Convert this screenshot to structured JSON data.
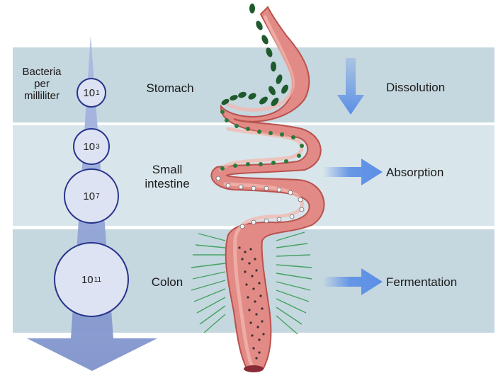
{
  "axis_label": "Bacteria per milliliter",
  "concentrations": [
    {
      "base": "10",
      "exp": "1"
    },
    {
      "base": "10",
      "exp": "3"
    },
    {
      "base": "10",
      "exp": "7"
    },
    {
      "base": "10",
      "exp": "11"
    }
  ],
  "regions": [
    "Stomach",
    "Small intestine",
    "Colon"
  ],
  "processes": [
    "Dissolution",
    "Absorption",
    "Fermentation"
  ],
  "colors": {
    "band_dark": "#c5d7df",
    "band_light": "#d8e5eb",
    "gut_fill": "#e28a86",
    "gut_lining": "#f3b7ae",
    "arrow_blue": "#5b8fe6",
    "bacteria_green": "#1e5a2c",
    "circle_stroke": "#27338c",
    "cone_fill": "#8d9fd0"
  }
}
